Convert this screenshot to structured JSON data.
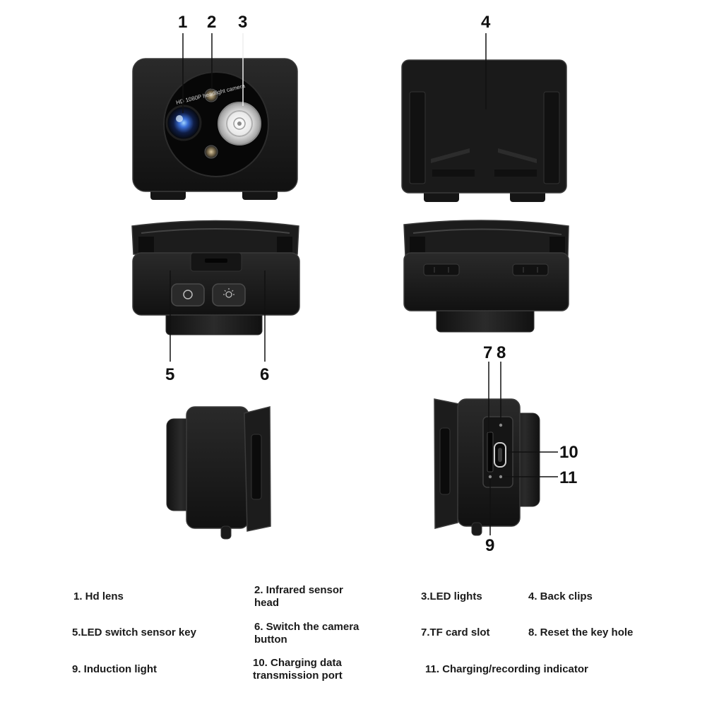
{
  "callouts": {
    "n1": "1",
    "n2": "2",
    "n3": "3",
    "n4": "4",
    "n5": "5",
    "n6": "6",
    "n7": "7",
    "n8": "8",
    "n9": "9",
    "n10": "10",
    "n11": "11"
  },
  "camera_label": "HD 1080P headlight camera",
  "legend": {
    "item1": "1. Hd lens",
    "item2_line1": "2. Infrared sensor",
    "item2_line2": "head",
    "item3": "3.LED lights",
    "item4": "4. Back clips",
    "item5": "5.LED switch sensor key",
    "item6_line1": "6. Switch the camera",
    "item6_line2": "button",
    "item7": "7.TF card slot",
    "item8": "8. Reset the key hole",
    "item9": "9. Induction light",
    "item10_line1": "10. Charging data",
    "item10_line2": "transmission port",
    "item11": "11. Charging/recording indicator"
  },
  "colors": {
    "body": "#1b1b1b",
    "body_dark": "#0e0e0e",
    "edge": "#3a3a3a",
    "text": "#1a1a1a",
    "background": "#ffffff"
  }
}
